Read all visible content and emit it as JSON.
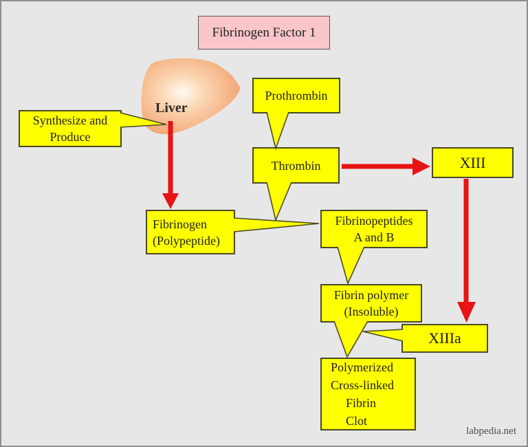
{
  "title": "Fibrinogen Factor 1",
  "watermark": "labpedia.net",
  "colors": {
    "background": "#e7e7e7",
    "box_fill": "#ffff00",
    "box_border": "#4a4a28",
    "title_fill": "#f9c6ca",
    "arrow": "#e81313",
    "text": "#1f1f1f"
  },
  "nodes": {
    "liver_label": "Liver",
    "synthesize": {
      "line1": "Synthesize and",
      "line2": "Produce"
    },
    "prothrombin": {
      "line1": "Prothrombin"
    },
    "thrombin": {
      "line1": "Thrombin"
    },
    "xiii": {
      "line1": "XIII"
    },
    "fibrinogen": {
      "line1": "Fibrinogen",
      "line2": "(Polypeptide)"
    },
    "fibrinopeptides": {
      "line1": "Fibrinopeptides",
      "line2": "A and B"
    },
    "fibrin_polymer": {
      "line1": "Fibrin polymer",
      "line2": "(Insoluble)"
    },
    "xiiia": {
      "line1": "XIIIa"
    },
    "polymerized": {
      "line1": "Polymerized",
      "line2": "Cross-linked",
      "line3": "Fibrin",
      "line4": "Clot"
    }
  }
}
